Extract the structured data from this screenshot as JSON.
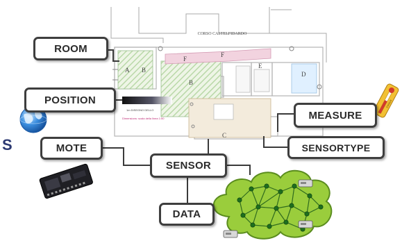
{
  "diagram": {
    "boxes": {
      "room": "ROOM",
      "position": "POSITION",
      "mote": "MOTE",
      "sensor": "SENSOR",
      "data": "DATA",
      "measure": "MEASURE",
      "sensortype": "SENSORTYPE"
    },
    "floor_plan": {
      "street_label": "CORSO CASTELFIDARDO",
      "zone_labels": [
        "A",
        "B",
        "B",
        "C",
        "D",
        "E",
        "F",
        "F"
      ],
      "scale_caption": "1m   DISEGNO   DELLO",
      "note_text": "Dimensions: scala della linea 1:50"
    },
    "thermometer_label": "Celsius",
    "stray_glyph": "S"
  },
  "colors": {
    "box_border": "#3e3e3e",
    "connector": "#3a3a3a",
    "cloud_fill": "#9acd3c",
    "cloud_edge": "#5a8c1e",
    "node": "#1e6e1e",
    "globe": "#2f86d8",
    "hatch": "#b9d8a8",
    "pink": "#e6b8cc"
  }
}
